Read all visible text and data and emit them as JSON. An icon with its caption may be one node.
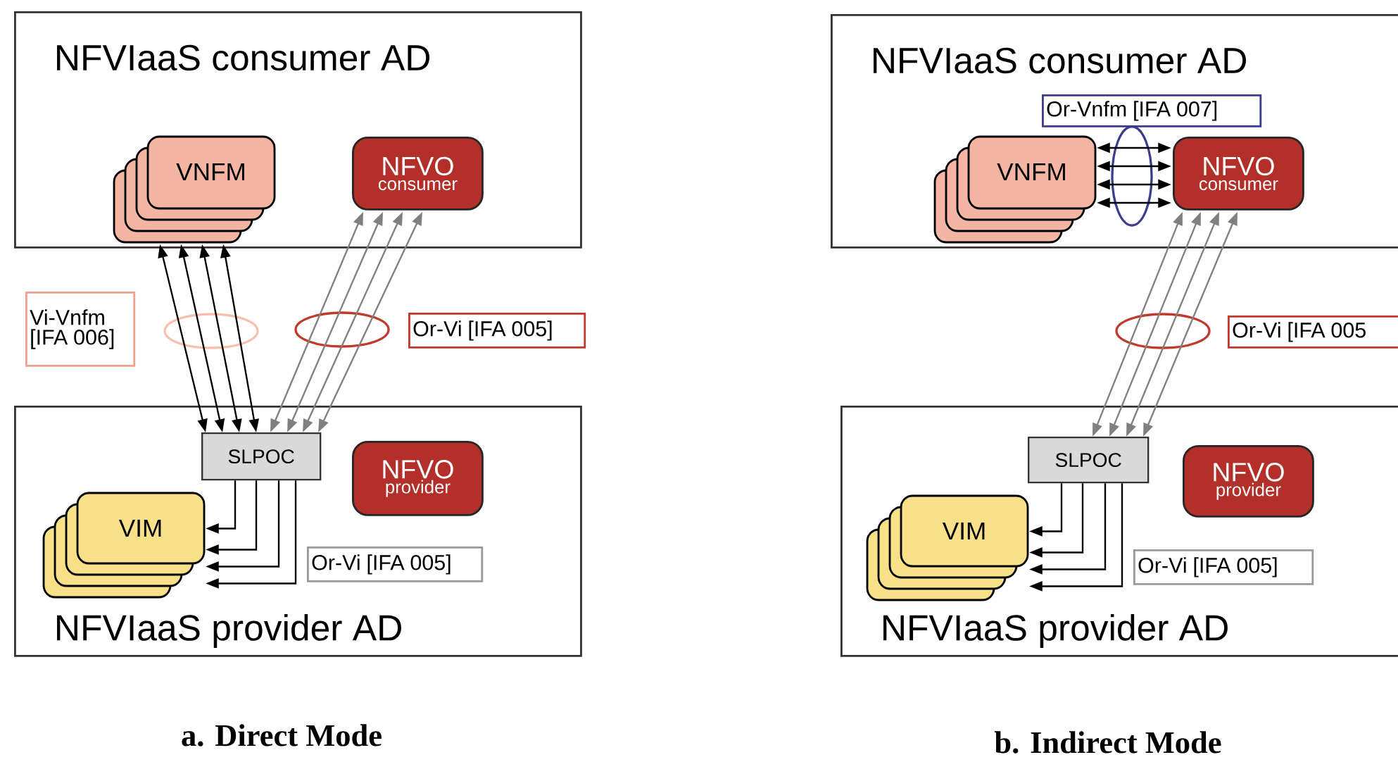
{
  "diagram": {
    "nodes": [
      {
        "text": [
          "NFVIaaS consumer AD"
        ]
      },
      {
        "text": [
          "VNFM"
        ],
        "in": 0
      },
      {
        "text": [
          "NFVO",
          "consumer"
        ],
        "in": 0
      },
      {
        "text": [
          "NFVIaaS provider AD"
        ]
      },
      {
        "text": [
          "SLPOC"
        ],
        "in": 3
      },
      {
        "text": [
          "NFVO",
          "provider"
        ],
        "in": 3
      },
      {
        "text": [
          "VIM"
        ],
        "in": 3
      },
      {
        "text": [
          "Vi-Vnfm [IFA 006]"
        ]
      },
      {
        "text": [
          "Or-Vi [IFA 005]"
        ]
      },
      {
        "text": [
          "Or-Vi [IFA 005]"
        ],
        "in": 3
      },
      {
        "text": [
          "NFVIaaS consumer AD"
        ]
      },
      {
        "text": [
          "Or-Vnfm [IFA 007]"
        ],
        "in": 10
      },
      {
        "text": [
          "VNFM"
        ],
        "in": 10
      },
      {
        "text": [
          "NFVO",
          "consumer"
        ],
        "in": 10
      },
      {
        "text": [
          "Or-Vi [IFA 005"
        ]
      },
      {
        "text": [
          "NFVIaaS provider AD"
        ]
      },
      {
        "text": [
          "SLPOC"
        ],
        "in": 15
      },
      {
        "text": [
          "NFVO",
          "provider"
        ],
        "in": 15
      },
      {
        "text": [
          "VIM"
        ],
        "in": 15
      },
      {
        "text": [
          "Or-Vi [IFA 005]"
        ],
        "in": 15
      }
    ],
    "edges": [
      {
        "from": 4,
        "to": 1,
        "arrow": "both"
      },
      {
        "from": 4,
        "to": 1,
        "arrow": "both"
      },
      {
        "from": 4,
        "to": 1,
        "arrow": "both"
      },
      {
        "from": 4,
        "to": 1,
        "arrow": "both"
      },
      {
        "from": 4,
        "to": 2,
        "arrow": "both",
        "color": "#808080"
      },
      {
        "from": 4,
        "to": 2,
        "arrow": "both",
        "color": "#808080"
      },
      {
        "from": 4,
        "to": 2,
        "arrow": "both",
        "color": "#808080"
      },
      {
        "from": 4,
        "to": 2,
        "arrow": "both",
        "color": "#808080"
      },
      {
        "from": 4,
        "to": 6,
        "arrow": "to"
      },
      {
        "from": 4,
        "to": 6,
        "arrow": "to"
      },
      {
        "from": 4,
        "to": 6,
        "arrow": "to"
      },
      {
        "from": 4,
        "to": 6,
        "arrow": "to"
      },
      {
        "from": 12,
        "to": 13,
        "arrow": "both"
      },
      {
        "from": 12,
        "to": 13,
        "arrow": "both"
      },
      {
        "from": 12,
        "to": 13,
        "arrow": "both"
      },
      {
        "from": 12,
        "to": 13,
        "arrow": "both"
      },
      {
        "from": 16,
        "to": 13,
        "arrow": "both",
        "color": "#808080"
      },
      {
        "from": 16,
        "to": 13,
        "arrow": "both",
        "color": "#808080"
      },
      {
        "from": 16,
        "to": 13,
        "arrow": "both",
        "color": "#808080"
      },
      {
        "from": 16,
        "to": 13,
        "arrow": "both",
        "color": "#808080"
      },
      {
        "from": 16,
        "to": 18,
        "arrow": "to"
      },
      {
        "from": 16,
        "to": 18,
        "arrow": "to"
      },
      {
        "from": 16,
        "to": 18,
        "arrow": "to"
      },
      {
        "from": 16,
        "to": 18,
        "arrow": "to"
      }
    ],
    "labels": [
      "a. Direct Mode",
      "b. Indirect Mode"
    ]
  }
}
